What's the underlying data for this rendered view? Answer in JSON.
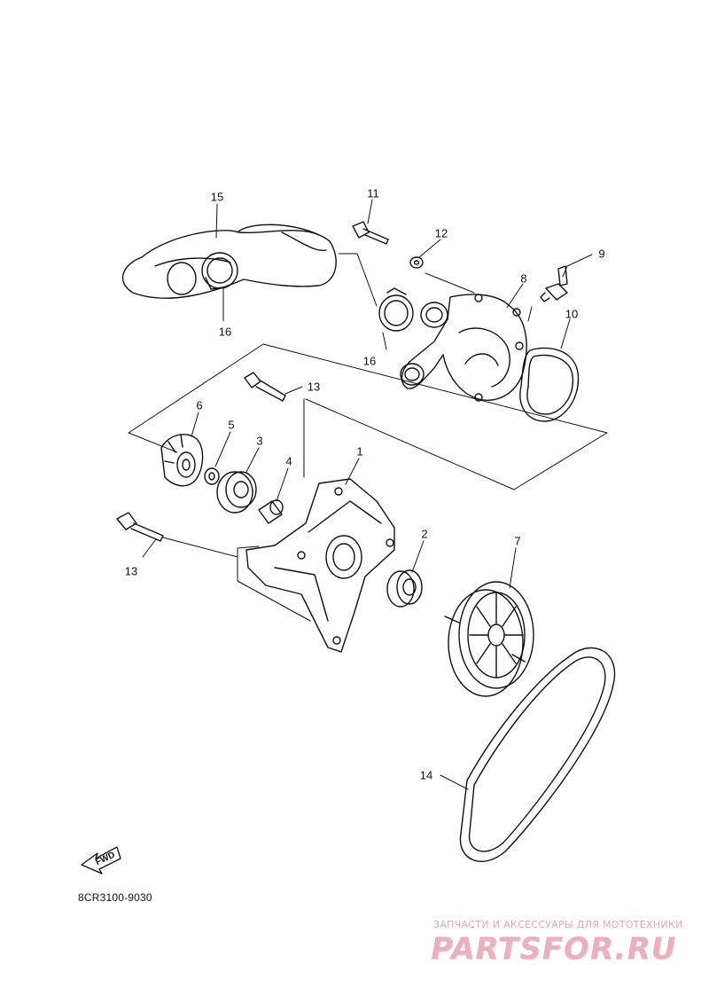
{
  "diagram_code": "8CR3100-9030",
  "fwd_label": "FWD",
  "watermark": {
    "tagline": "ЗАПЧАСТИ И АКСЕССУАРЫ ДЛЯ МОТОТЕХНИКИ",
    "logo": "PARTSFOR.RU"
  },
  "callouts": {
    "c1": "1",
    "c2": "2",
    "c3": "3",
    "c4": "4",
    "c5": "5",
    "c6": "6",
    "c7": "7",
    "c8": "8",
    "c9": "9",
    "c10": "10",
    "c11": "11",
    "c12": "12",
    "c13a": "13",
    "c13b": "13",
    "c14": "14",
    "c15": "15",
    "c16a": "16",
    "c16b": "16"
  }
}
